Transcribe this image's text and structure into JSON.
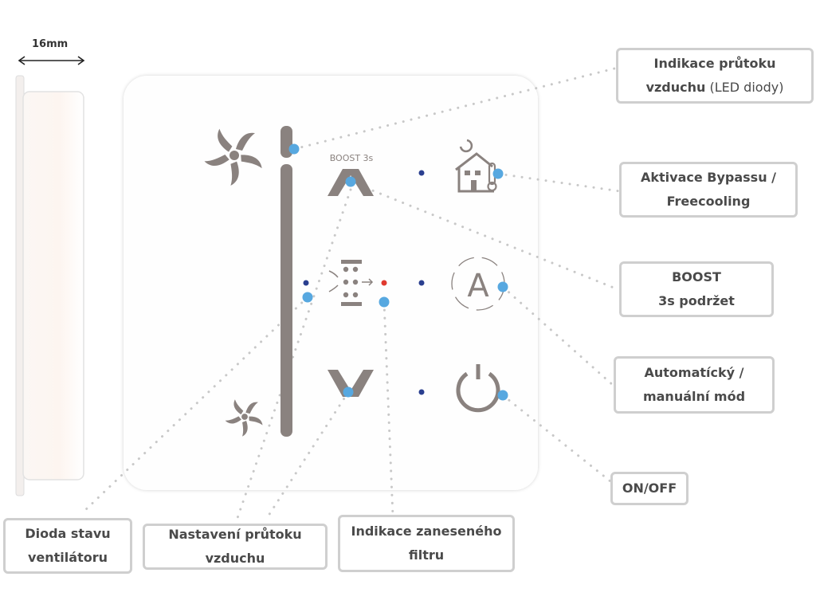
{
  "dimension": {
    "label": "16mm"
  },
  "panel": {
    "boost_label": "BOOST 3s",
    "icons": [
      "fan-high-icon",
      "fan-low-icon",
      "led-bar",
      "boost-up-arrow-icon",
      "flow-down-arrow-icon",
      "filter-icon",
      "bypass-house-icon",
      "auto-mode-icon",
      "power-icon"
    ]
  },
  "colors": {
    "icon_gray": "#8a827f",
    "marker_blue": "#57a8e0",
    "led_navy": "#2a3f8f",
    "led_red": "#e03a2f",
    "leader_gray": "#c8c8c8",
    "callout_border": "#cfcfcf",
    "text": "#4a4a4a"
  },
  "callouts": {
    "led_flow": {
      "bold": "Indikace průtoku",
      "bold2": "vzduchu",
      "light": " (LED diody)"
    },
    "bypass": {
      "line1": "Aktivace Bypassu /",
      "line2": "Freecooling"
    },
    "boost": {
      "line1": "BOOST",
      "line2": "3s podržet"
    },
    "auto": {
      "line1": "Automatícký /",
      "line2": "manuální mód"
    },
    "onoff": {
      "line1": "ON/OFF"
    },
    "fan_led": {
      "line1": "Dioda stavu",
      "line2": "ventilátoru"
    },
    "flow_set": {
      "line1": "Nastavení průtoku",
      "line2": "vzduchu"
    },
    "filter": {
      "line1": "Indikace zaneseného",
      "line2": "filtru"
    }
  }
}
